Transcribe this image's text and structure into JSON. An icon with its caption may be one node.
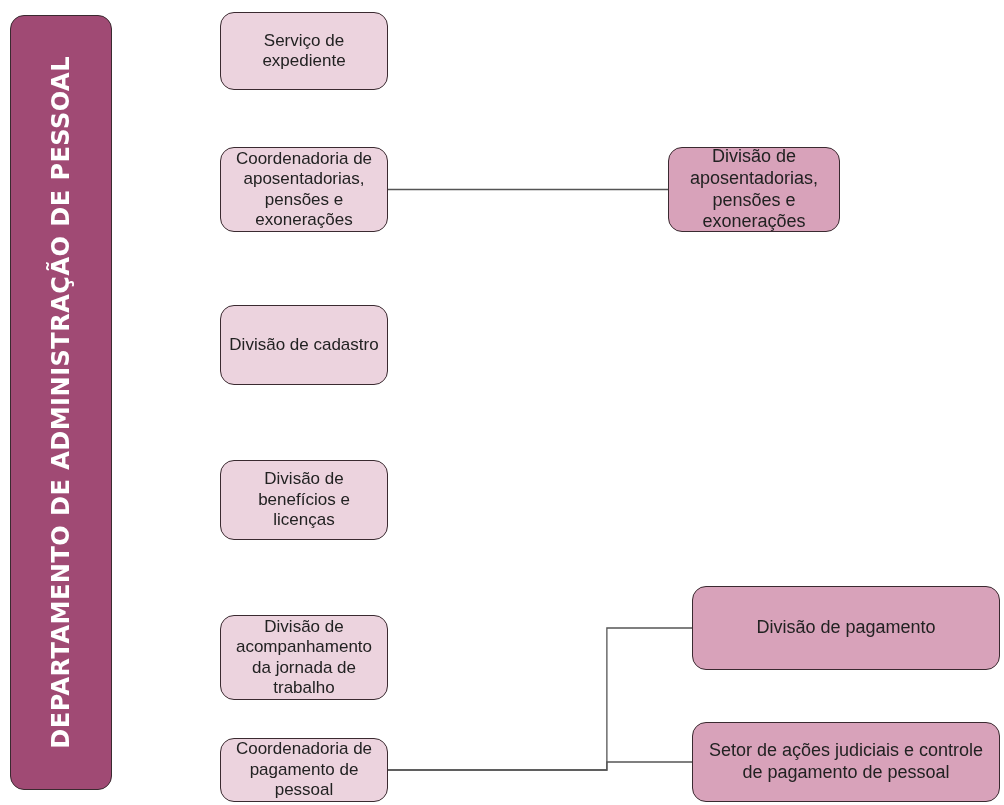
{
  "diagram": {
    "nodes": [
      {
        "text": [
          "DEPARTAMENTO DE ADMINISTRAÇÃO DE PESSOAL"
        ]
      },
      {
        "text": [
          "Serviço de expediente"
        ]
      },
      {
        "text": [
          "Coordenadoria de aposentadorias, pensões e exonerações"
        ]
      },
      {
        "text": [
          "Divisão de aposentadorias, pensões e exonerações"
        ]
      },
      {
        "text": [
          "Divisão de cadastro"
        ]
      },
      {
        "text": [
          "Divisão de benefícios e licenças"
        ]
      },
      {
        "text": [
          "Divisão de acompanhamento da jornada de trabalho"
        ]
      },
      {
        "text": [
          "Coordenadoria de pagamento de pessoal"
        ]
      },
      {
        "text": [
          "Divisão de pagamento"
        ]
      },
      {
        "text": [
          "Setor de ações judiciais e controle de pagamento de pessoal"
        ]
      }
    ],
    "edges": [
      {
        "from": 2,
        "to": 3,
        "arrow": "none"
      },
      {
        "from": 7,
        "to": 8,
        "arrow": "none"
      },
      {
        "from": 7,
        "to": 9,
        "arrow": "none"
      }
    ]
  }
}
